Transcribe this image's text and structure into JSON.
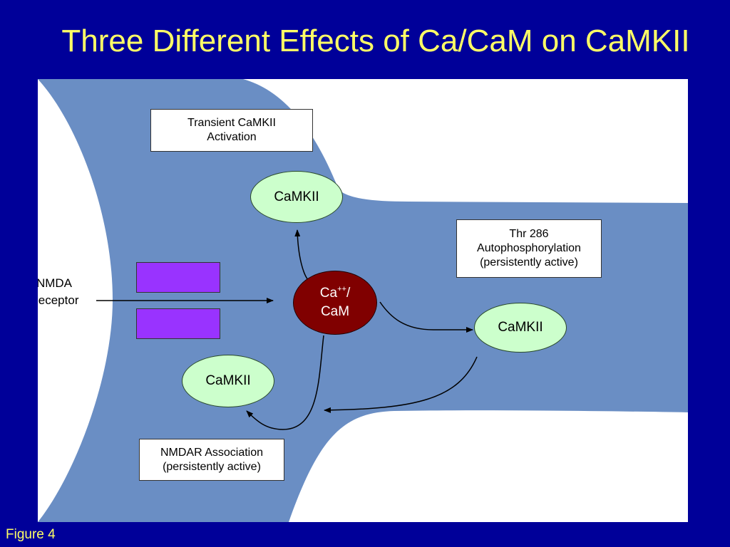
{
  "slide": {
    "title": "Three Different Effects of Ca/CaM on CaMKII",
    "caption": "Figure 4"
  },
  "colors": {
    "background": "#000099",
    "title_text": "#FFFF66",
    "cell_body": "#6A8EC4",
    "camkii_fill": "#CCFFCC",
    "calmodulin_fill": "#800000",
    "receptor_fill": "#9933FF"
  },
  "diagram": {
    "receptor": {
      "line1": "NMDA",
      "line2": "Receptor"
    },
    "calmodulin": {
      "base": "Ca",
      "charge": "++",
      "suffix": "/",
      "line2": "CaM"
    },
    "camkii_top": "CaMKII",
    "camkii_right": "CaMKII",
    "camkii_bottom": "CaMKII",
    "boxes": {
      "transient": {
        "line1": "Transient CaMKII",
        "line2": "Activation"
      },
      "thr286": {
        "line1": "Thr 286",
        "line2": "Autophosphorylation",
        "line3": "(persistently active)"
      },
      "nmdar": {
        "line1": "NMDAR Association",
        "line2": "(persistently active)"
      }
    }
  }
}
